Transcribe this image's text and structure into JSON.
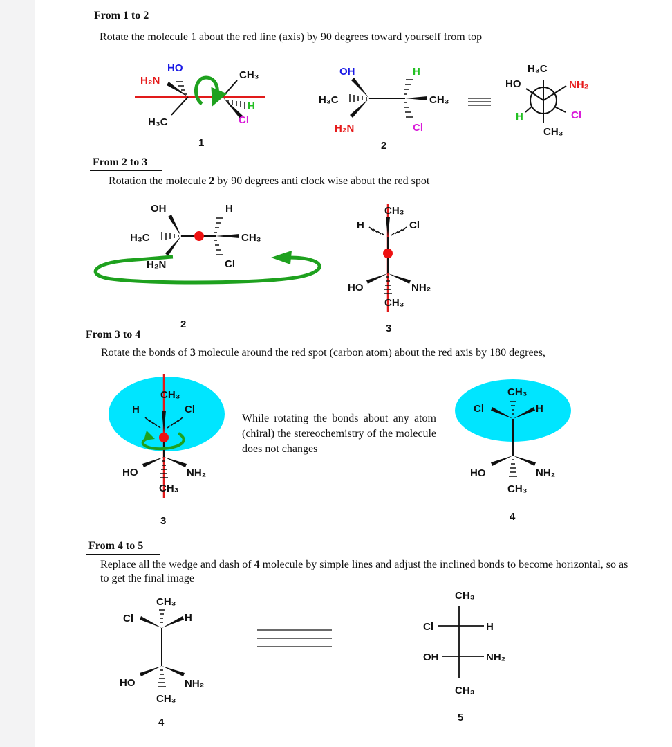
{
  "sections": [
    {
      "heading": "From 1 to 2",
      "text": "Rotate the molecule 1 about the red line (axis) by 90 degrees toward yourself from top"
    },
    {
      "heading": "From 2 to 3",
      "text_before": "Rotation the molecule ",
      "bold": "2",
      "text_after": " by 90 degrees anti clock wise about the red spot"
    },
    {
      "heading": "From 3 to 4",
      "text_before": "Rotate the bonds of ",
      "bold": "3",
      "text_after": " molecule around the red spot (carbon atom) about the red axis by 180 degrees,"
    },
    {
      "heading": "From 4 to 5",
      "text_before": "Replace all the wedge and dash of ",
      "bold": "4",
      "text_after": " molecule by simple lines and adjust the inclined bonds to become horizontal, so as to get the final image"
    }
  ],
  "note": "While rotating the bonds about any atom (chiral) the stereochemistry of the molecule does not changes",
  "labels": {
    "HO": "HO",
    "OH": "OH",
    "H2N": "H₂N",
    "NH2": "NH₂",
    "CH3": "CH₃",
    "H3C": "H₃C",
    "H": "H",
    "Cl": "Cl",
    "Cl_dash": "Cl-",
    "OH_dash": "OH-",
    "H_dash": "-H",
    "NH2_dash": "-NH₂"
  },
  "numbers": {
    "m1": "1",
    "m2": "2",
    "m3": "3",
    "m4": "4",
    "m5": "5"
  },
  "colors": {
    "axis": "#e11a1a",
    "arrow": "#1ea11e",
    "spot": "#ee1111",
    "cyan": "#00e5ff",
    "blue": "#1a1ae6",
    "red": "#e61a1a",
    "green": "#22c022",
    "magenta": "#d91ad9",
    "black": "#111111"
  }
}
